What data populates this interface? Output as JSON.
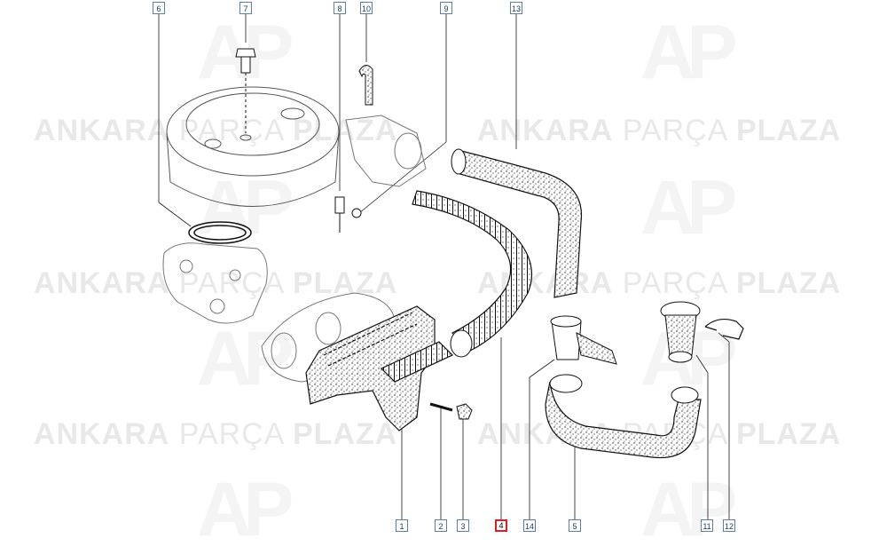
{
  "watermark": {
    "word1": "ANKARA",
    "word2": "PARÇA",
    "word3": "PLAZA",
    "logo": "AP"
  },
  "callouts": {
    "c1": "1",
    "c2": "2",
    "c3": "3",
    "c4": "4",
    "c5": "5",
    "c6": "6",
    "c7": "7",
    "c8": "8",
    "c9": "9",
    "c10": "10",
    "c11": "11",
    "c12": "12",
    "c13": "13",
    "c14": "14"
  },
  "colors": {
    "callout_border": "#5d7fa6",
    "highlight_border": "#e31b23",
    "line_art": "#1a1a1a",
    "watermark": "#e8e8e8"
  }
}
